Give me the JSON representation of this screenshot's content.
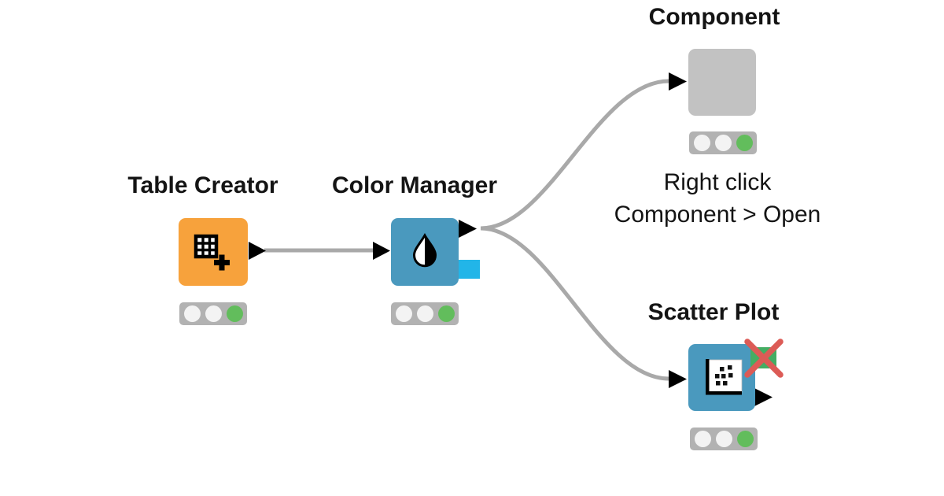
{
  "nodes": {
    "table_creator": {
      "label": "Table Creator",
      "color": "#F7A23C",
      "icon": "table-plus-icon"
    },
    "color_manager": {
      "label": "Color Manager",
      "color": "#4A99BE",
      "icon": "color-drop-icon",
      "model_port_color": "#22B5E8"
    },
    "component": {
      "label": "Component",
      "color": "#C2C2C2"
    },
    "scatter_plot": {
      "label": "Scatter Plot",
      "color": "#4A99BE",
      "icon": "scatter-dots-icon",
      "badge": {
        "color": "#44AD63",
        "cross_color": "#DC5B56"
      }
    }
  },
  "annotation": {
    "line1": "Right click",
    "line2": "Component > Open"
  },
  "status_lights": {
    "background": "#B2B2B2",
    "off": "#F3F3F3",
    "green": "#62BD5C",
    "sequence": [
      "off",
      "off",
      "green"
    ]
  },
  "connections": {
    "color": "#A9A9A9",
    "port_color": "#000000"
  }
}
